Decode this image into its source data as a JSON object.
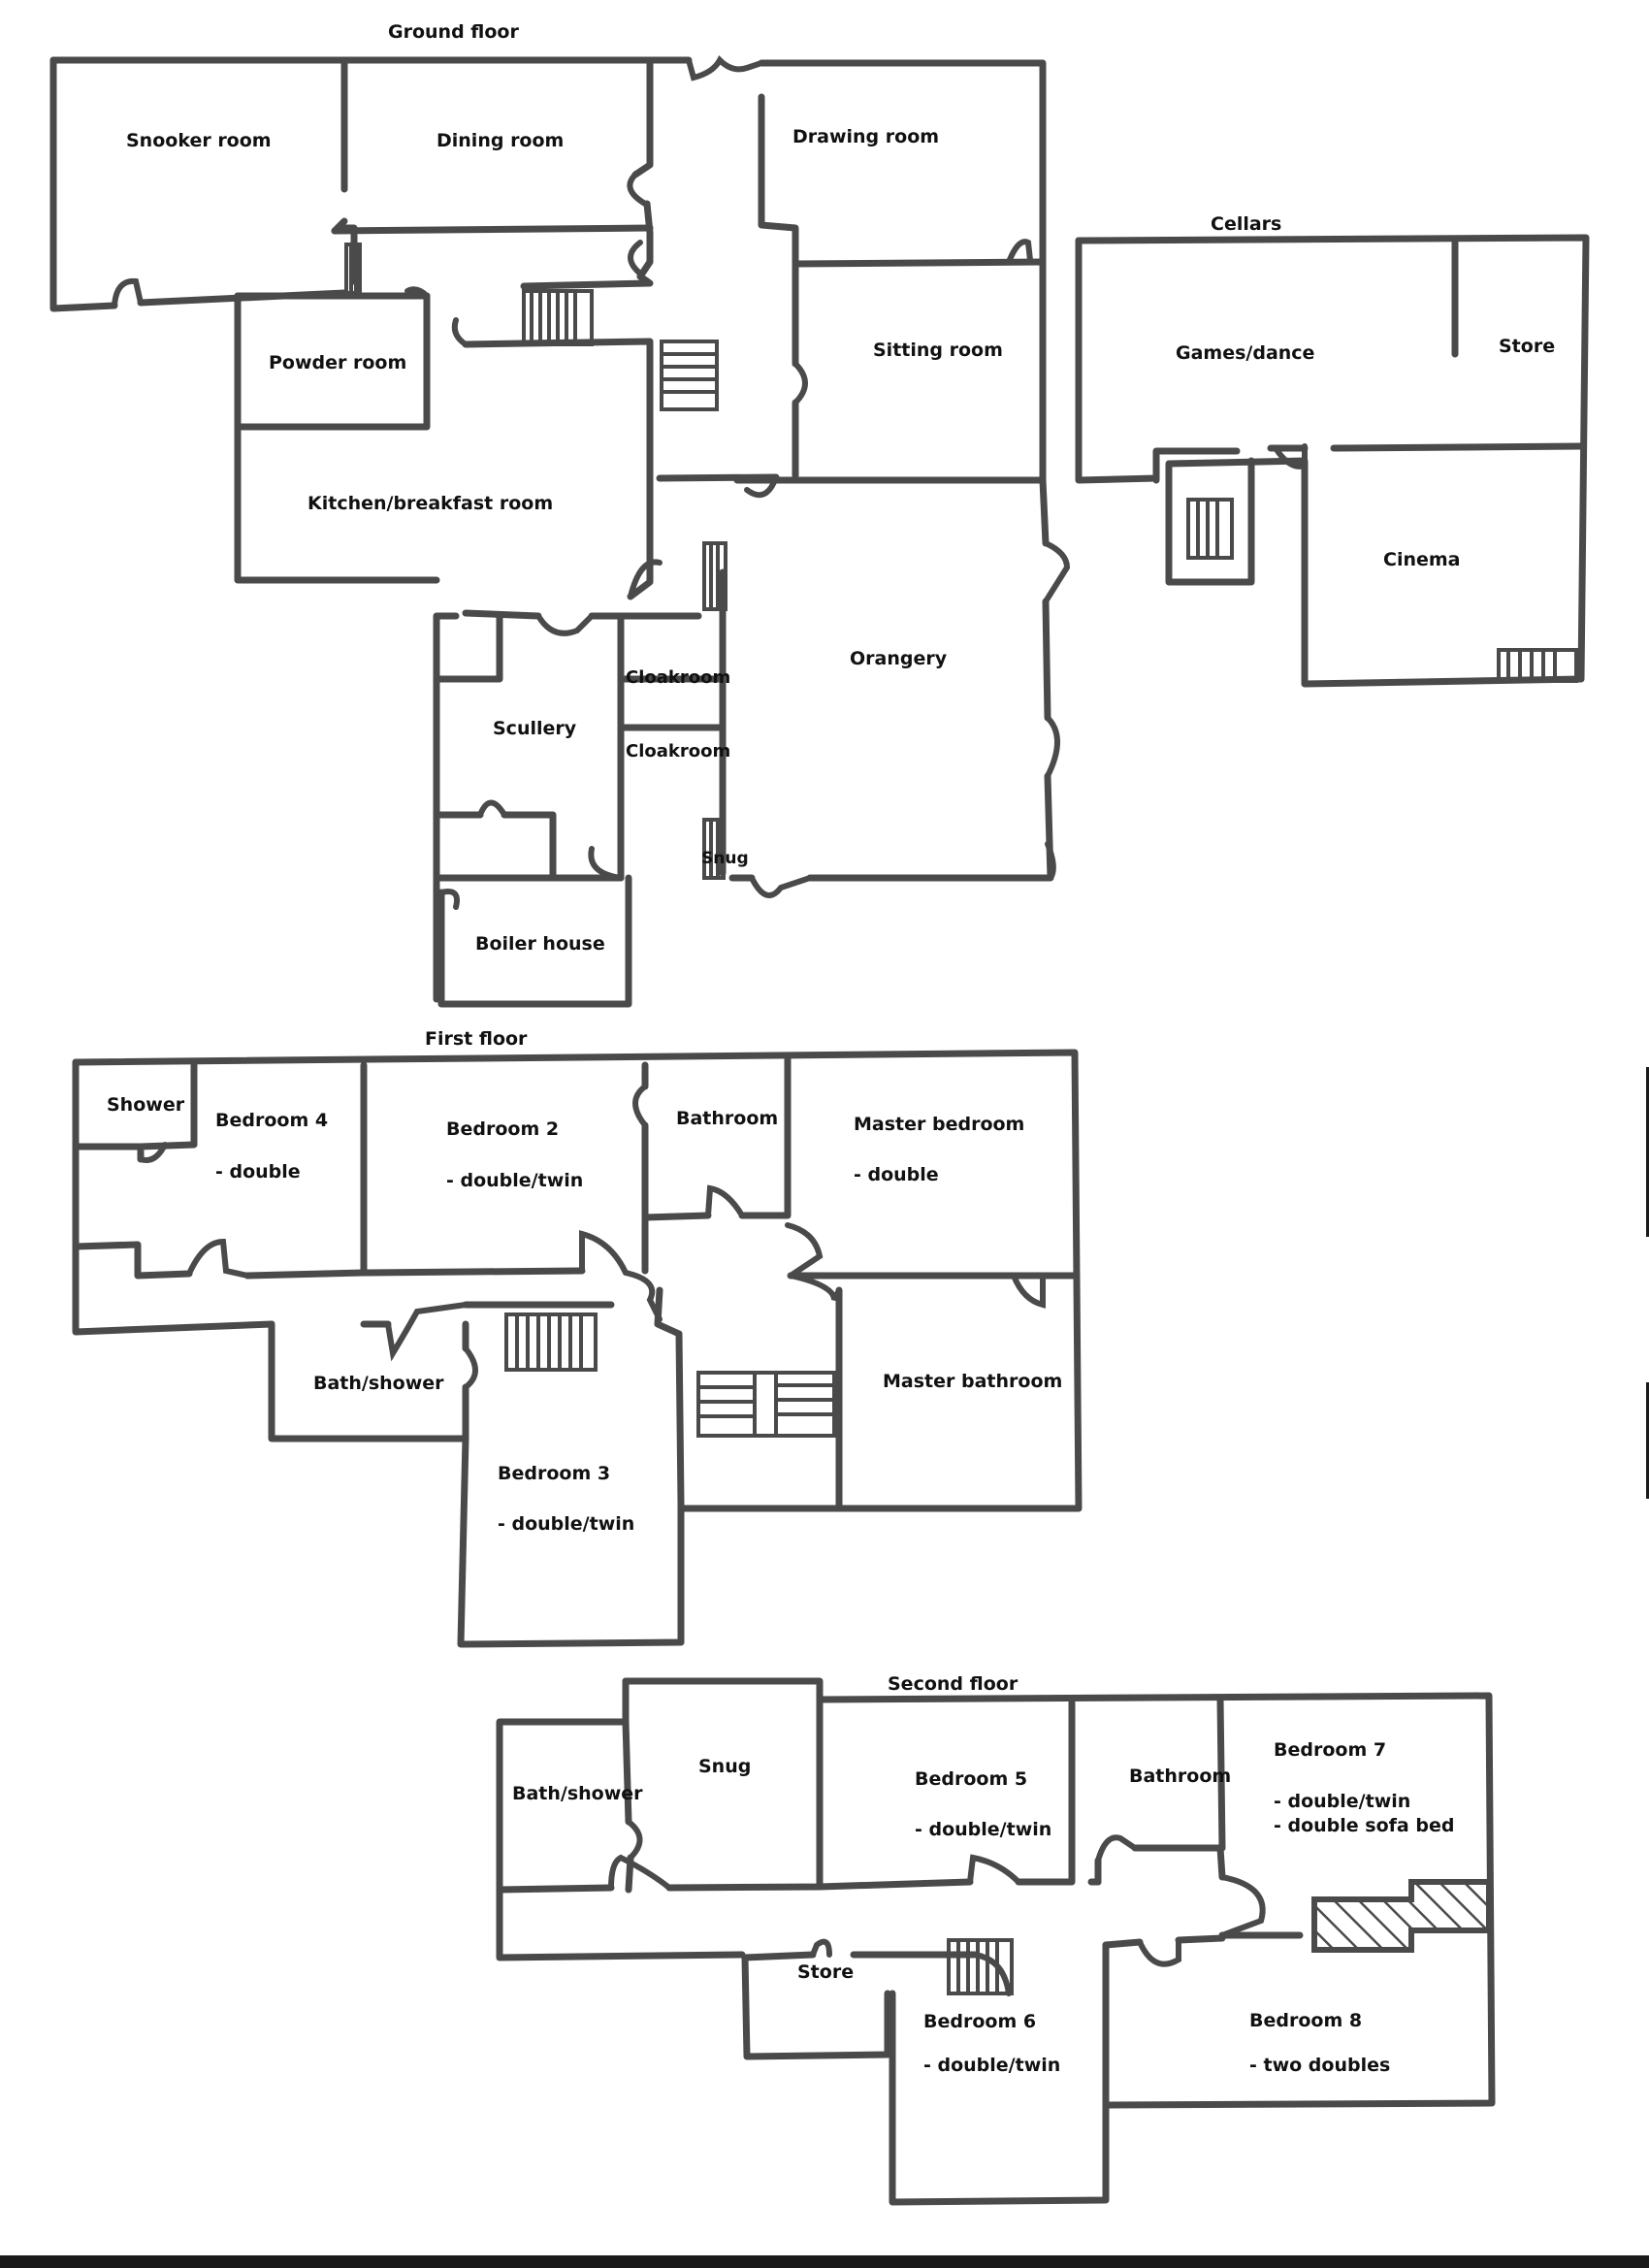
{
  "floors": {
    "ground": {
      "title": "Ground floor",
      "rooms": {
        "snooker": "Snooker room",
        "dining": "Dining room",
        "drawing": "Drawing room",
        "sitting": "Sitting room",
        "powder": "Powder room",
        "kitchen": "Kitchen/breakfast room",
        "orangery": "Orangery",
        "scullery": "Scullery",
        "cloakroom1": "Cloakroom",
        "cloakroom2": "Cloakroom",
        "snug": "Snug",
        "boiler": "Boiler house"
      }
    },
    "cellars": {
      "title": "Cellars",
      "rooms": {
        "games": "Games/dance",
        "store": "Store",
        "cinema": "Cinema"
      }
    },
    "first": {
      "title": "First floor",
      "rooms": {
        "shower": "Shower",
        "bedroom4": {
          "name": "Bedroom 4",
          "beds": "- double"
        },
        "bedroom2": {
          "name": "Bedroom 2",
          "beds": "- double/twin"
        },
        "bathroom": "Bathroom",
        "master_bedroom": {
          "name": "Master bedroom",
          "beds": "- double"
        },
        "bath_shower": "Bath/shower",
        "master_bathroom": "Master bathroom",
        "bedroom3": {
          "name": "Bedroom 3",
          "beds": "- double/twin"
        }
      }
    },
    "second": {
      "title": "Second floor",
      "rooms": {
        "bath_shower": "Bath/shower",
        "snug": "Snug",
        "bedroom5": {
          "name": "Bedroom 5",
          "beds": "- double/twin"
        },
        "bathroom": "Bathroom",
        "bedroom7": {
          "name": "Bedroom 7",
          "beds": [
            "- double/twin",
            "- double sofa bed"
          ]
        },
        "store": "Store",
        "bedroom6": {
          "name": "Bedroom 6",
          "beds": "- double/twin"
        },
        "bedroom8": {
          "name": "Bedroom 8",
          "beds": "- two doubles"
        }
      }
    }
  },
  "style": {
    "wall_color": "#4a4a4a",
    "text_color": "#111111",
    "background": "#ffffff"
  }
}
